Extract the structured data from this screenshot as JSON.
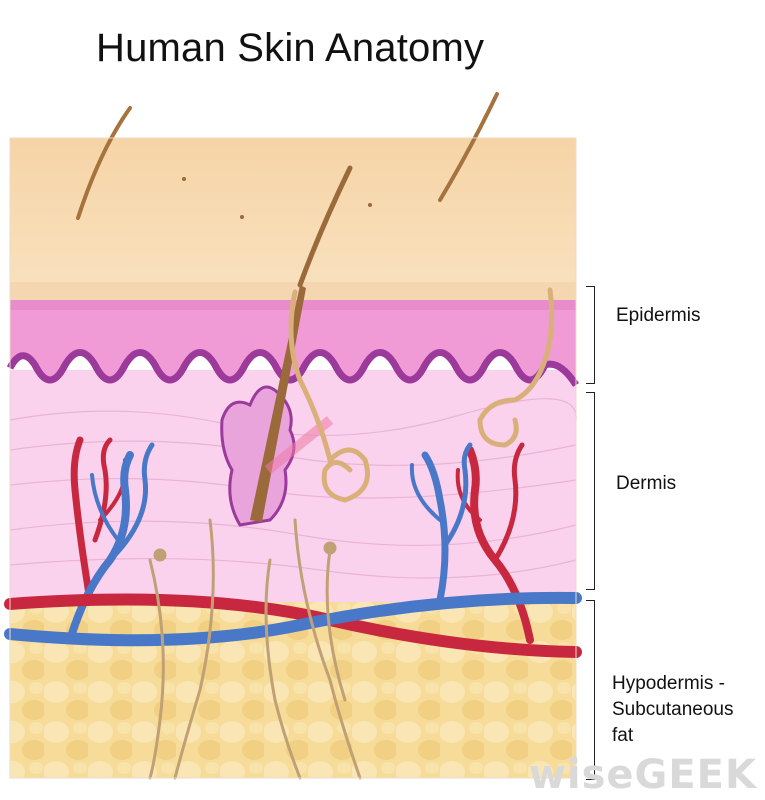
{
  "title": "Human Skin Anatomy",
  "labels": {
    "epidermis": "Epidermis",
    "dermis": "Dermis",
    "hypodermis_line1": "Hypodermis -",
    "hypodermis_line2": "Subcutaneous",
    "hypodermis_line3": "fat"
  },
  "watermark": "wiseGEEK",
  "colors": {
    "surface": "#f7d7ad",
    "epidermis": "#f0a0d8",
    "dermis": "#fbd1ec",
    "fat": "#f4d891",
    "artery": "#c8283f",
    "vein": "#4a78c8",
    "hair": "#9a6a3a"
  }
}
